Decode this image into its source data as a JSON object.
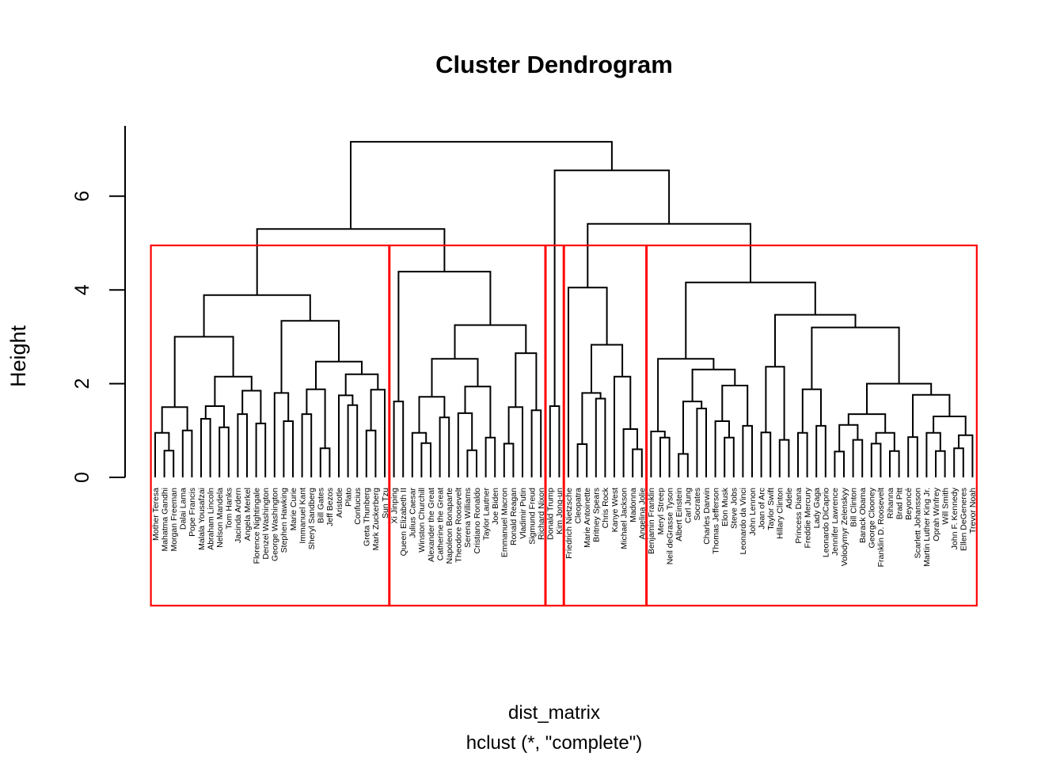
{
  "title": "Cluster Dendrogram",
  "y_axis": {
    "label": "Height",
    "ticks": [
      0,
      2,
      4,
      6
    ]
  },
  "caption": {
    "line1": "dist_matrix",
    "line2": "hclust (*, \"complete\")"
  },
  "colors": {
    "dendrogram_line": "#000000",
    "cluster_box": "#FF0000",
    "text": "#000000",
    "background": "#FFFFFF"
  },
  "chart_data": {
    "type": "dendrogram",
    "title": "Cluster Dendrogram",
    "ylabel": "Height",
    "xlabel_caption": [
      "dist_matrix",
      "hclust (*, \"complete\")"
    ],
    "ylim": [
      0,
      7.5
    ],
    "n_leaves": 90,
    "k_clusters": 5,
    "cut_height": 4.95,
    "cluster_boxes": [
      {
        "from": 0,
        "to": 25
      },
      {
        "from": 26,
        "to": 42
      },
      {
        "from": 43,
        "to": 44
      },
      {
        "from": 45,
        "to": 53
      },
      {
        "from": 54,
        "to": 89
      }
    ],
    "leaf_order": [
      "Mother Teresa",
      "Mahatma Gandhi",
      "Morgan Freeman",
      "Dalai Lama",
      "Pope Francis",
      "Malala Yousafzai",
      "Abraham Lincoln",
      "Nelson Mandela",
      "Tom Hanks",
      "Jacinda Ardern",
      "Angela Merkel",
      "Florence Nightingale",
      "Denzel Washington",
      "George Washington",
      "Stephen Hawking",
      "Marie Curie",
      "Immanuel Kant",
      "Sheryl Sandberg",
      "Bill Gates",
      "Jeff Bezos",
      "Aristotle",
      "Plato",
      "Confucius",
      "Greta Thunberg",
      "Mark Zuckerberg",
      "Sun Tzu",
      "Xi Jinping",
      "Queen Elizabeth II",
      "Julius Caesar",
      "Winston Churchill",
      "Alexander the Great",
      "Catherine the Great",
      "Napoleon Bonaparte",
      "Theodore Roosevelt",
      "Serena Williams",
      "Cristiano Ronaldo",
      "Taylor Lautner",
      "Joe Biden",
      "Emmanuel Macron",
      "Ronald Reagan",
      "Vladimir Putin",
      "Sigmund Freud",
      "Richard Nixon",
      "Donald Trump",
      "Kim Jong-un",
      "Friedrich Nietzsche",
      "Cleopatra",
      "Marie Antoinette",
      "Britney Spears",
      "Chris Rock",
      "Kanye West",
      "Michael Jackson",
      "Madonna",
      "Angelina Jolie",
      "Benjamin Franklin",
      "Meryl Streep",
      "Neil deGrasse Tyson",
      "Albert Einstein",
      "Carl Jung",
      "Socrates",
      "Charles Darwin",
      "Thomas Jefferson",
      "Elon Musk",
      "Steve Jobs",
      "Leonardo da Vinci",
      "John Lennon",
      "Joan of Arc",
      "Taylor Swift",
      "Hillary Clinton",
      "Adele",
      "Princess Diana",
      "Freddie Mercury",
      "Lady Gaga",
      "Leonardo DiCaprio",
      "Jennifer Lawrence",
      "Volodymyr Zelenskyy",
      "Bill Clinton",
      "Barack Obama",
      "George Clooney",
      "Franklin D. Roosevelt",
      "Rihanna",
      "Brad Pitt",
      "Beyoncé",
      "Scarlett Johansson",
      "Martin Luther King Jr.",
      "Oprah Winfrey",
      "Will Smith",
      "John F. Kennedy",
      "Ellen DeGeneres",
      "Trevor Noah"
    ],
    "tree": [
      7.16,
      [
        5.3,
        [
          3.89,
          [
            3.0,
            [
              1.5,
              [
                0.95,
                "Mother Teresa",
                [
                  0.57,
                  "Mahatma Gandhi",
                  "Morgan Freeman"
                ]
              ],
              [
                1.0,
                "Dalai Lama",
                "Pope Francis"
              ]
            ],
            [
              2.15,
              [
                1.52,
                [
                  1.25,
                  "Malala Yousafzai",
                  "Abraham Lincoln"
                ],
                [
                  1.07,
                  "Nelson Mandela",
                  "Tom Hanks"
                ]
              ],
              [
                1.85,
                [
                  1.35,
                  "Jacinda Ardern",
                  "Angela Merkel"
                ],
                [
                  1.15,
                  "Florence Nightingale",
                  "Denzel Washington"
                ]
              ]
            ]
          ],
          [
            3.34,
            [
              1.8,
              "George Washington",
              [
                1.2,
                "Stephen Hawking",
                "Marie Curie"
              ]
            ],
            [
              2.47,
              [
                1.88,
                [
                  1.35,
                  "Immanuel Kant",
                  "Sheryl Sandberg"
                ],
                [
                  0.62,
                  "Bill Gates",
                  "Jeff Bezos"
                ]
              ],
              [
                2.2,
                [
                  1.75,
                  "Aristotle",
                  [
                    1.54,
                    "Plato",
                    "Confucius"
                  ]
                ],
                [
                  1.87,
                  [
                    1.0,
                    "Greta Thunberg",
                    "Mark Zuckerberg"
                  ],
                  "Sun Tzu"
                ]
              ]
            ]
          ]
        ],
        [
          4.39,
          [
            1.62,
            "Xi Jinping",
            "Queen Elizabeth II"
          ],
          [
            3.25,
            [
              2.53,
              [
                1.72,
                [
                  0.95,
                  "Julius Caesar",
                  [
                    0.73,
                    "Winston Churchill",
                    "Alexander the Great"
                  ]
                ],
                [
                  1.28,
                  "Catherine the Great",
                  "Napoleon Bonaparte"
                ]
              ],
              [
                1.94,
                [
                  1.37,
                  "Theodore Roosevelt",
                  [
                    0.58,
                    "Serena Williams",
                    "Cristiano Ronaldo"
                  ]
                ],
                [
                  0.85,
                  "Taylor Lautner",
                  "Joe Biden"
                ]
              ]
            ],
            [
              2.65,
              [
                1.5,
                [
                  0.72,
                  "Emmanuel Macron",
                  "Ronald Reagan"
                ],
                "Vladimir Putin"
              ],
              [
                1.43,
                "Sigmund Freud",
                "Richard Nixon"
              ]
            ]
          ]
        ]
      ],
      [
        6.55,
        [
          1.52,
          "Donald Trump",
          "Kim Jong-un"
        ],
        [
          5.41,
          [
            4.05,
            "Friedrich Nietzsche",
            [
              2.83,
              [
                1.8,
                [
                  0.71,
                  "Cleopatra",
                  "Marie Antoinette"
                ],
                [
                  1.68,
                  "Britney Spears",
                  "Chris Rock"
                ]
              ],
              [
                2.15,
                "Kanye West",
                [
                  1.03,
                  "Michael Jackson",
                  [
                    0.6,
                    "Madonna",
                    "Angelina Jolie"
                  ]
                ]
              ]
            ]
          ],
          [
            4.16,
            [
              2.53,
              [
                0.98,
                "Benjamin Franklin",
                [
                  0.85,
                  "Meryl Streep",
                  "Neil deGrasse Tyson"
                ]
              ],
              [
                2.3,
                [
                  1.62,
                  [
                    0.5,
                    "Albert Einstein",
                    "Carl Jung"
                  ],
                  [
                    1.47,
                    "Socrates",
                    "Charles Darwin"
                  ]
                ],
                [
                  1.96,
                  [
                    1.2,
                    "Thomas Jefferson",
                    [
                      0.85,
                      "Elon Musk",
                      "Steve Jobs"
                    ]
                  ],
                  [
                    1.1,
                    "Leonardo da Vinci",
                    "John Lennon"
                  ]
                ]
              ]
            ],
            [
              3.47,
              [
                2.36,
                [
                  0.96,
                  "Joan of Arc",
                  "Taylor Swift"
                ],
                [
                  0.8,
                  "Hillary Clinton",
                  "Adele"
                ]
              ],
              [
                3.2,
                [
                  1.88,
                  [
                    0.95,
                    "Princess Diana",
                    "Freddie Mercury"
                  ],
                  [
                    1.1,
                    "Lady Gaga",
                    "Leonardo DiCaprio"
                  ]
                ],
                [
                  2.0,
                  [
                    1.35,
                    [
                      1.12,
                      [
                        0.55,
                        "Jennifer Lawrence",
                        "Volodymyr Zelenskyy"
                      ],
                      [
                        0.8,
                        "Bill Clinton",
                        "Barack Obama"
                      ]
                    ],
                    [
                      0.95,
                      [
                        0.72,
                        "George Clooney",
                        "Franklin D. Roosevelt"
                      ],
                      [
                        0.56,
                        "Rihanna",
                        "Brad Pitt"
                      ]
                    ]
                  ],
                  [
                    1.76,
                    [
                      0.86,
                      "Beyoncé",
                      "Scarlett Johansson"
                    ],
                    [
                      1.3,
                      [
                        0.95,
                        "Martin Luther King Jr.",
                        [
                          0.56,
                          "Oprah Winfrey",
                          "Will Smith"
                        ]
                      ],
                      [
                        0.9,
                        [
                          0.62,
                          "John F. Kennedy",
                          "Ellen DeGeneres"
                        ],
                        "Trevor Noah"
                      ]
                    ]
                  ]
                ]
              ]
            ]
          ]
        ]
      ]
    ]
  }
}
